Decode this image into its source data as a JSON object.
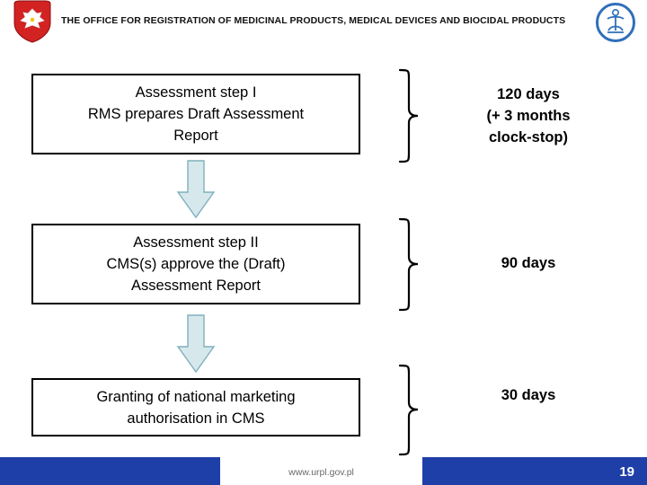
{
  "header": {
    "title": "THE OFFICE FOR REGISTRATION OF MEDICINAL PRODUCTS, MEDICAL DEVICES AND BIOCIDAL PRODUCTS",
    "crest_icon": "polish-eagle-crest-icon",
    "logo_icon": "urpl-circular-logo-icon"
  },
  "flow": {
    "steps": [
      {
        "id": "assessment-step-1",
        "text": "Assessment step I\nRMS prepares Draft Assessment Report",
        "lines": [
          "Assessment step I",
          "RMS prepares Draft Assessment",
          "Report"
        ],
        "duration": "120 days\n(+ 3 months\nclock-stop)",
        "duration_lines": [
          "120 days",
          "(+ 3 months",
          "clock-stop)"
        ]
      },
      {
        "id": "assessment-step-2",
        "text": "Assessment step II\nCMS(s) approve the (Draft) Assessment Report",
        "lines": [
          "Assessment step II",
          "CMS(s) approve the (Draft)",
          "Assessment Report"
        ],
        "duration": "90 days",
        "duration_lines": [
          "90 days"
        ]
      },
      {
        "id": "granting-authorisation",
        "text": "Granting of national marketing authorisation in CMS",
        "lines": [
          "Granting of national marketing",
          "authorisation in CMS"
        ],
        "duration": "30 days",
        "duration_lines": [
          "30 days"
        ]
      }
    ],
    "arrow_icons": [
      "down-arrow-icon",
      "down-arrow-icon"
    ],
    "bracket_icons": [
      "right-brace-icon",
      "right-brace-icon",
      "right-brace-icon"
    ]
  },
  "footer": {
    "url": "www.urpl.gov.pl",
    "slide_number": "19"
  },
  "colors": {
    "header_text": "#111111",
    "box_border": "#000000",
    "arrow_fill": "#d7e8ec",
    "arrow_border": "#7fb0bd",
    "footer_blue": "#1f3fa8",
    "logo_blue": "#2f6fba",
    "crest_red": "#d22"
  }
}
